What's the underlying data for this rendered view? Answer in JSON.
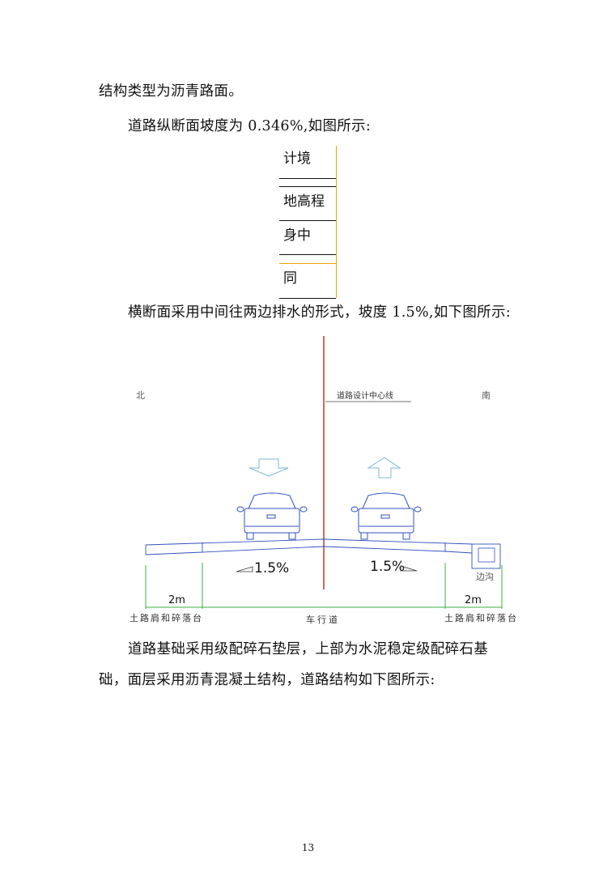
{
  "paragraphs": {
    "p1": "结构类型为沥青路面。",
    "p2": "道路纵断面坡度为 0.346%,如图所示:",
    "p3": "横断面采用中间往两边排水的形式，坡度 1.5%,如下图所示:",
    "p4a": "道路基础采用级配碎石垫层，上部为水泥稳定级配碎石基",
    "p4b": "础，面层采用沥青混凝土结构，道路结构如下图所示:"
  },
  "profile_table": {
    "rows": [
      "计境",
      "",
      "地高程",
      "身中",
      "",
      "同"
    ],
    "accent_color": "#f0a500"
  },
  "cross_section": {
    "north": "北",
    "south": "南",
    "centerline_label": "道路设计中心线",
    "slope_left": "1.5%",
    "slope_right": "1.5%",
    "ditch_label": "边沟",
    "dim_left": "2m",
    "dim_right": "2m",
    "label_left": "土路肩和碎落台",
    "label_center": "车行道",
    "label_right": "土路肩和碎落台",
    "colors": {
      "centerline": "#c0392b",
      "road": "#3050c0",
      "dimension": "#3cb043",
      "arrow": "#7ab8d8"
    }
  },
  "page_number": "13"
}
